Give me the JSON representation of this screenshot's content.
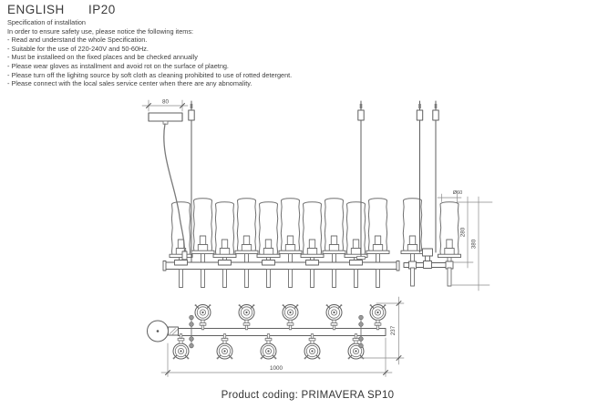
{
  "header": {
    "language": "ENGLISH",
    "ip_rating": "IP20"
  },
  "spec": {
    "title": "Specification of installation",
    "intro": "In order to ensure safety use, please notice the following items:",
    "items": [
      "- Read and understand the whole Specification.",
      "- Suitable for the use of 220-240V and 50-60Hz.",
      "- Must be installeed on the fixed places and be checked annually",
      "- Please wear gloves as installment and avoid rot on the surface of plaetng.",
      "- Please turn off the lighitng source by soft cloth as cleaning prohibited to use of rotted detergent.",
      "- Please connect with the local sales service center when there are any abnomality."
    ]
  },
  "drawing": {
    "dimensions": {
      "canopy_width": "80",
      "tube_diameter": "Ø60",
      "tube_height": "280",
      "overall_height": "380",
      "overall_length": "1000",
      "overall_depth": "237"
    },
    "line_color": "#6f6f6f"
  },
  "footer": {
    "product_coding": "Product coding: PRIMAVERA SP10"
  }
}
